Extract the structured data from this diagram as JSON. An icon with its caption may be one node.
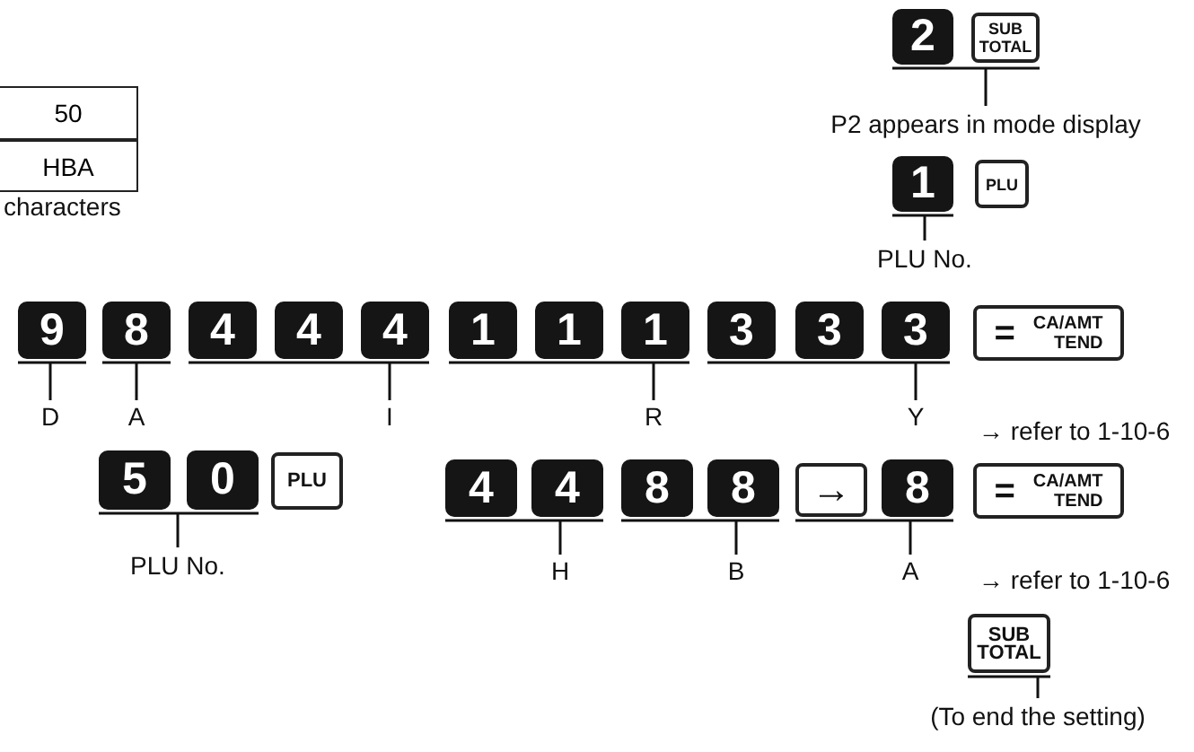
{
  "diagram": {
    "nodes": [
      {
        "text": [
          "2"
        ]
      },
      {
        "text": [
          "SUB TOTAL"
        ]
      },
      {
        "text": [
          "P2 appears in mode display"
        ]
      },
      {
        "text": [
          "1"
        ]
      },
      {
        "text": [
          "PLU"
        ]
      },
      {
        "text": [
          "PLU No."
        ]
      },
      {
        "text": [
          "9"
        ]
      },
      {
        "text": [
          "8"
        ]
      },
      {
        "text": [
          "4"
        ]
      },
      {
        "text": [
          "4"
        ]
      },
      {
        "text": [
          "4"
        ]
      },
      {
        "text": [
          "1"
        ]
      },
      {
        "text": [
          "1"
        ]
      },
      {
        "text": [
          "1"
        ]
      },
      {
        "text": [
          "3"
        ]
      },
      {
        "text": [
          "3"
        ]
      },
      {
        "text": [
          "3"
        ]
      },
      {
        "text": [
          "=",
          "CA/AMT",
          "TEND"
        ]
      },
      {
        "text": [
          "D"
        ]
      },
      {
        "text": [
          "A"
        ]
      },
      {
        "text": [
          "I"
        ]
      },
      {
        "text": [
          "R"
        ]
      },
      {
        "text": [
          "Y"
        ]
      },
      {
        "text": [
          "5"
        ]
      },
      {
        "text": [
          "0"
        ]
      },
      {
        "text": [
          "PLU"
        ]
      },
      {
        "text": [
          "4"
        ]
      },
      {
        "text": [
          "4"
        ]
      },
      {
        "text": [
          "8"
        ]
      },
      {
        "text": [
          "8"
        ]
      },
      {
        "text": [
          "→"
        ]
      },
      {
        "text": [
          "8"
        ]
      },
      {
        "text": [
          "=",
          "CA/AMT",
          "TEND"
        ]
      },
      {
        "text": [
          "PLU No."
        ]
      },
      {
        "text": [
          "H"
        ]
      },
      {
        "text": [
          "B"
        ]
      },
      {
        "text": [
          "A"
        ]
      },
      {
        "text": [
          "SUB TOTAL"
        ]
      },
      {
        "text": [
          "(To end the setting)"
        ]
      }
    ],
    "edges": [
      {
        "from": 2,
        "to": 0,
        "arrow": "none"
      },
      {
        "from": 2,
        "to": 1,
        "arrow": "none"
      },
      {
        "from": 5,
        "to": 3,
        "arrow": "none"
      },
      {
        "from": 18,
        "to": 6,
        "arrow": "none"
      },
      {
        "from": 19,
        "to": 7,
        "arrow": "none"
      },
      {
        "from": 20,
        "to": 8,
        "arrow": "none"
      },
      {
        "from": 20,
        "to": 9,
        "arrow": "none"
      },
      {
        "from": 20,
        "to": 10,
        "arrow": "none"
      },
      {
        "from": 21,
        "to": 11,
        "arrow": "none"
      },
      {
        "from": 21,
        "to": 12,
        "arrow": "none"
      },
      {
        "from": 21,
        "to": 13,
        "arrow": "none"
      },
      {
        "from": 22,
        "to": 14,
        "arrow": "none"
      },
      {
        "from": 22,
        "to": 15,
        "arrow": "none"
      },
      {
        "from": 22,
        "to": 16,
        "arrow": "none"
      },
      {
        "from": 33,
        "to": 23,
        "arrow": "none"
      },
      {
        "from": 33,
        "to": 24,
        "arrow": "none"
      },
      {
        "from": 34,
        "to": 26,
        "arrow": "none"
      },
      {
        "from": 34,
        "to": 27,
        "arrow": "none"
      },
      {
        "from": 35,
        "to": 28,
        "arrow": "none"
      },
      {
        "from": 35,
        "to": 29,
        "arrow": "none"
      },
      {
        "from": 36,
        "to": 30,
        "arrow": "none"
      },
      {
        "from": 36,
        "to": 31,
        "arrow": "none"
      },
      {
        "from": 38,
        "to": 37,
        "arrow": "none"
      }
    ],
    "labels": [
      "50",
      "HBA",
      "characters",
      "→ refer to 1-10-6",
      "→ refer to 1-10-6"
    ]
  }
}
